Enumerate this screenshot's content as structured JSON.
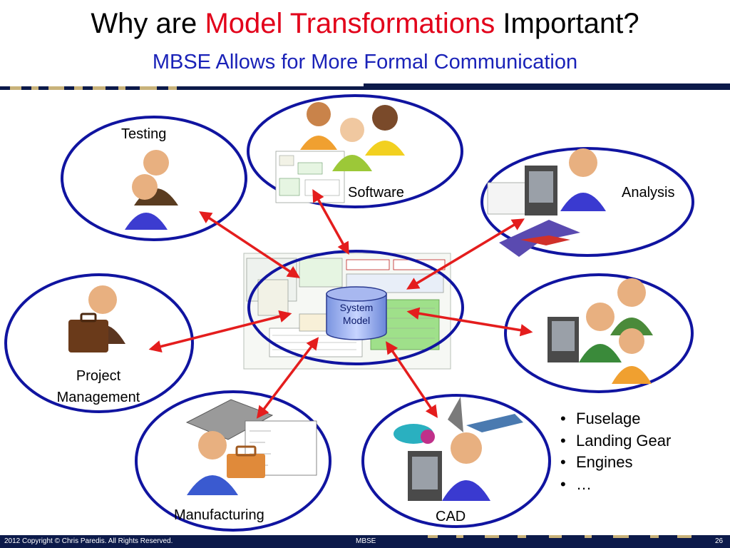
{
  "header": {
    "title_before": "Why are",
    "title_highlight": "Model Transformations",
    "title_after": "Important?",
    "subtitle": "MBSE Allows for More Formal Communication"
  },
  "nodes": {
    "testing": "Testing",
    "software": "Software",
    "analysis": "Analysis",
    "project_management_line1": "Project",
    "project_management_line2": "Management",
    "manufacturing": "Manufacturing",
    "cad": "CAD"
  },
  "center": {
    "line1": "System",
    "line2": "Model"
  },
  "cad_items": [
    "Fuselage",
    "Landing Gear",
    "Engines",
    "…"
  ],
  "footer": {
    "copyright": "2012 Copyright © Chris Paredis. All Rights Reserved.",
    "center": "MBSE",
    "page": "26"
  },
  "colors": {
    "ellipse_stroke": "#1014a0",
    "arrow": "#e41d1d",
    "highlight": "#e2001a",
    "subtitle": "#1a22b8",
    "footer_bg": "#0c1a4a",
    "header_bar": "#0c1a4a",
    "header_bar_accent": "#c8b27a"
  },
  "icons": [
    "people-group-icon",
    "person-icon",
    "person-at-computer-icon",
    "briefcase-icon",
    "toolbox-icon",
    "database-icon",
    "aircraft-icon",
    "diagram-thumbnail-icon"
  ]
}
